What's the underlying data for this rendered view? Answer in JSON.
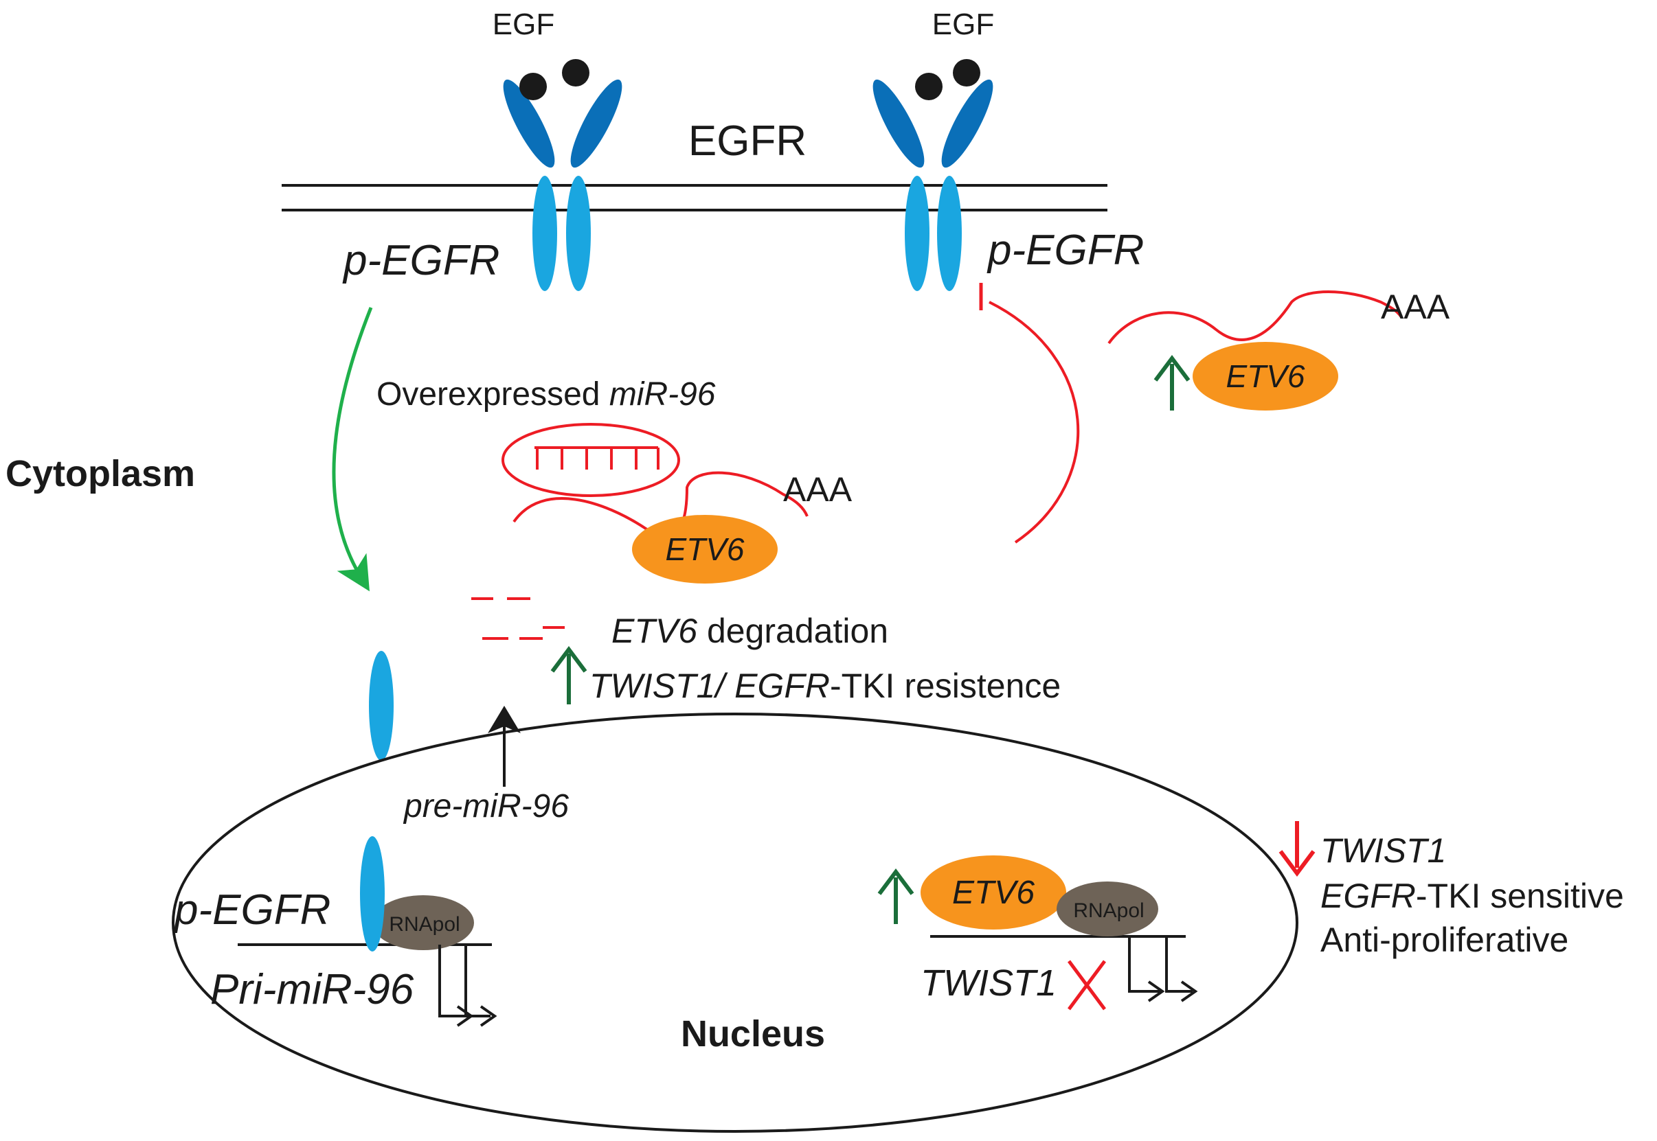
{
  "labels": {
    "egf_left": "EGF",
    "egf_right": "EGF",
    "egfr": "EGFR",
    "p_egfr_left": "p-EGFR",
    "p_egfr_right": "p-EGFR",
    "cytoplasm": "Cytoplasm",
    "nucleus": "Nucleus",
    "overexpressed_prefix": "Overexpressed ",
    "overexpressed_mirna": "miR-96",
    "aaa_center": "AAA",
    "aaa_right": "AAA",
    "etv6_center": "ETV6",
    "etv6_right": "ETV6",
    "etv6_nucleus": "ETV6",
    "degradation_gene": "ETV6",
    "degradation_text": " degradation",
    "resistance_gene1": "TWIST1/ ",
    "resistance_gene2": "EGFR",
    "resistance_text": "-TKI resistence",
    "pre_mirna": "pre-miR-96",
    "p_egfr_nucleus": "p-EGFR",
    "rnapol_left": "RNApol",
    "rnapol_right": "RNApol",
    "pri_mirna": "Pri-miR-96",
    "twist1_gene": "TWIST1",
    "outcome_gene": "TWIST1",
    "outcome_egfr": "EGFR",
    "outcome_tki": "-TKI sensitive",
    "outcome_antiprolif": "Anti-proliferative"
  },
  "colors": {
    "receptor_dark": "#0a6fb8",
    "receptor_light": "#1aa6e0",
    "etv6_orange": "#f7941d",
    "mirna_red": "#ed1c24",
    "activation_green": "#1fb04b",
    "up_arrow_green": "#1b6e3a",
    "rnapol_brown": "#6e6357",
    "black": "#1a1a1a"
  },
  "icons": {
    "up_arrow": "arrow-up-icon",
    "down_arrow": "arrow-down-icon",
    "inhibition": "inhibition-bar-icon",
    "block": "x-mark-icon",
    "transcription_start": "bent-arrow-icon"
  }
}
